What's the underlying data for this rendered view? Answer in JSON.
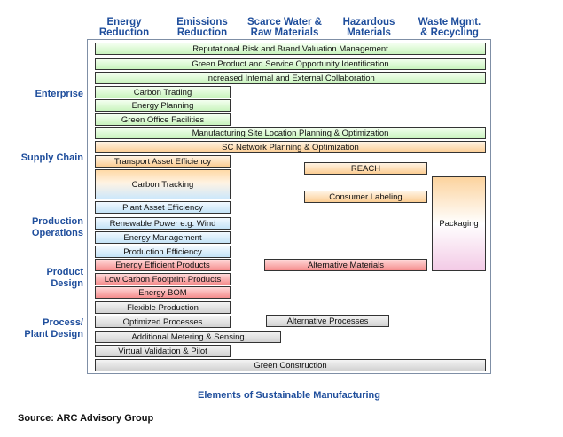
{
  "columns": [
    {
      "line1": "Energy",
      "line2": "Reduction"
    },
    {
      "line1": "Emissions",
      "line2": "Reduction"
    },
    {
      "line1": "Scarce Water &",
      "line2": "Raw Materials"
    },
    {
      "line1": "Hazardous",
      "line2": "Materials"
    },
    {
      "line1": "Waste Mgmt.",
      "line2": "& Recycling"
    }
  ],
  "row_labels": [
    {
      "line1": "Enterprise",
      "line2": ""
    },
    {
      "line1": "Supply Chain",
      "line2": ""
    },
    {
      "line1": "Production",
      "line2": "Operations"
    },
    {
      "line1": "Product",
      "line2": "Design"
    },
    {
      "line1": "Process/",
      "line2": "Plant Design"
    }
  ],
  "elements": [
    "Reputational Risk and Brand Valuation Management",
    "Green Product and Service Opportunity Identification",
    "Increased Internal and External Collaboration",
    "Carbon Trading",
    "Energy Planning",
    "Green Office Facilities",
    "Manufacturing Site Location Planning & Optimization",
    "SC Network Planning & Optimization",
    "Transport Asset Efficiency",
    "REACH",
    "Carbon Tracking",
    "Consumer Labeling",
    "Packaging",
    "Plant Asset Efficiency",
    "Renewable Power e.g. Wind",
    "Energy Management",
    "Production Efficiency",
    "Energy Efficient Products",
    "Alternative Materials",
    "Low Carbon Footprint Products",
    "Energy BOM",
    "Flexible Production",
    "Optimized Processes",
    "Alternative Processes",
    "Additional Metering & Sensing",
    "Virtual Validation & Pilot",
    "Green Construction"
  ],
  "caption": "Elements of Sustainable Manufacturing",
  "source": "Source: ARC Advisory Group",
  "colors": {
    "heading_blue": "#1f4e9c",
    "enterprise_green": "#c9f4be",
    "supply_chain_orange": "#fccd93",
    "production_blue": "#c5e3f7",
    "product_red": "#f58d8d",
    "process_gray": "#d2d2d2"
  }
}
